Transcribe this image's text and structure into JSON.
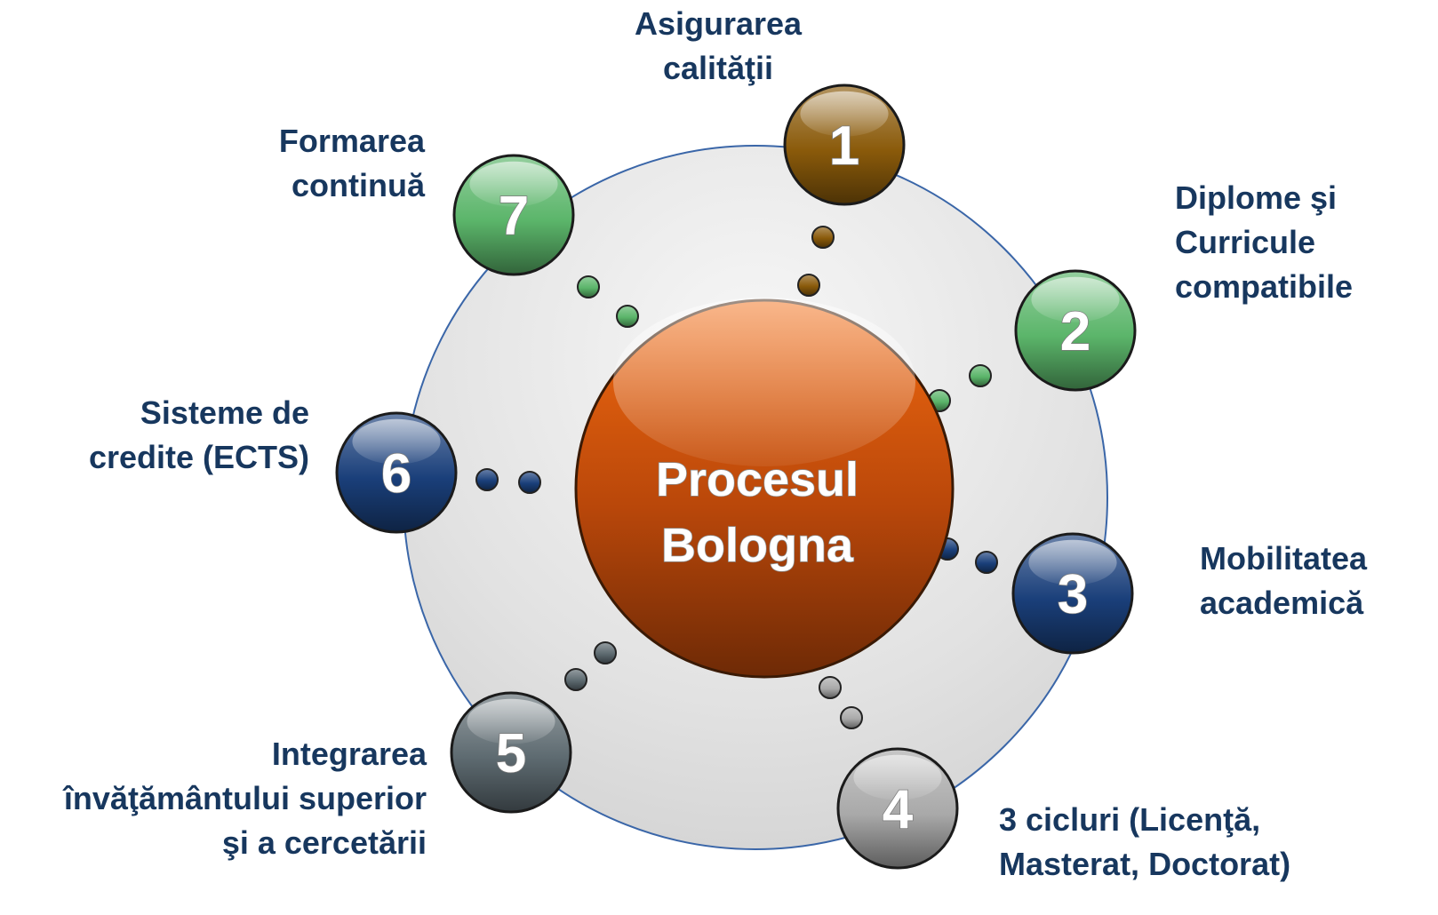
{
  "center": {
    "line1": "Procesul",
    "line2": "Bologna",
    "color": "#e2570b"
  },
  "nodes": [
    {
      "number": "1",
      "label_lines": [
        "Asigurarea",
        "calităţii"
      ],
      "color": "#8a5a0a"
    },
    {
      "number": "2",
      "label_lines": [
        "Diplome şi",
        "Curricule",
        "compatibile"
      ],
      "color": "#5bb56a"
    },
    {
      "number": "3",
      "label_lines": [
        "Mobilitatea",
        "academică"
      ],
      "color": "#1a3f7a"
    },
    {
      "number": "4",
      "label_lines": [
        "3 cicluri (Licenţă,",
        "Masterat, Doctorat)"
      ],
      "color": "#a9a9a9"
    },
    {
      "number": "5",
      "label_lines": [
        "Integrarea",
        "învăţământului superior",
        "şi a cercetării"
      ],
      "color": "#5d6a70"
    },
    {
      "number": "6",
      "label_lines": [
        "Sisteme de",
        "credite (ECTS)"
      ],
      "color": "#1a3f7a"
    },
    {
      "number": "7",
      "label_lines": [
        "Formarea",
        "continuă"
      ],
      "color": "#5bb56a"
    }
  ],
  "colors": {
    "label_text": "#17375e",
    "ring_outline": "#3a66a8"
  }
}
